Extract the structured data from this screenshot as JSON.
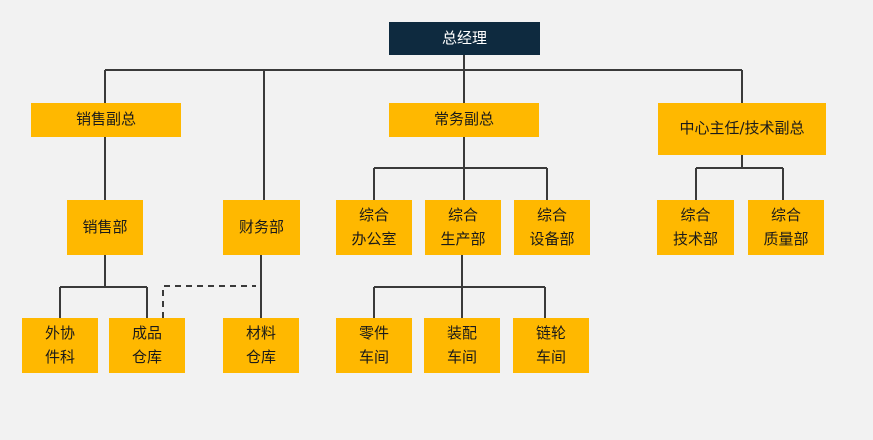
{
  "org": {
    "ceo": "总经理",
    "sales_vp": "销售副总",
    "exec_vp": "常务副总",
    "center_head": "中心主任/技术副总",
    "sales_dept": "销售部",
    "finance_dept": "财务部",
    "general_office": "综合\n办公室",
    "general_production": "综合\n生产部",
    "general_equipment": "综合\n设备部",
    "general_tech": "综合\n技术部",
    "general_quality": "综合\n质量部",
    "outsourcing": "外协\n件科",
    "finished_warehouse": "成品\n仓库",
    "material_warehouse": "材料\n仓库",
    "parts_workshop": "零件\n车间",
    "assembly_workshop": "装配\n车间",
    "sprocket_workshop": "链轮\n车间"
  },
  "colors": {
    "root_fill": "#0e2a3f",
    "node_fill": "#ffb800",
    "line": "#3a3a3a",
    "background": "#f2f2f2"
  }
}
